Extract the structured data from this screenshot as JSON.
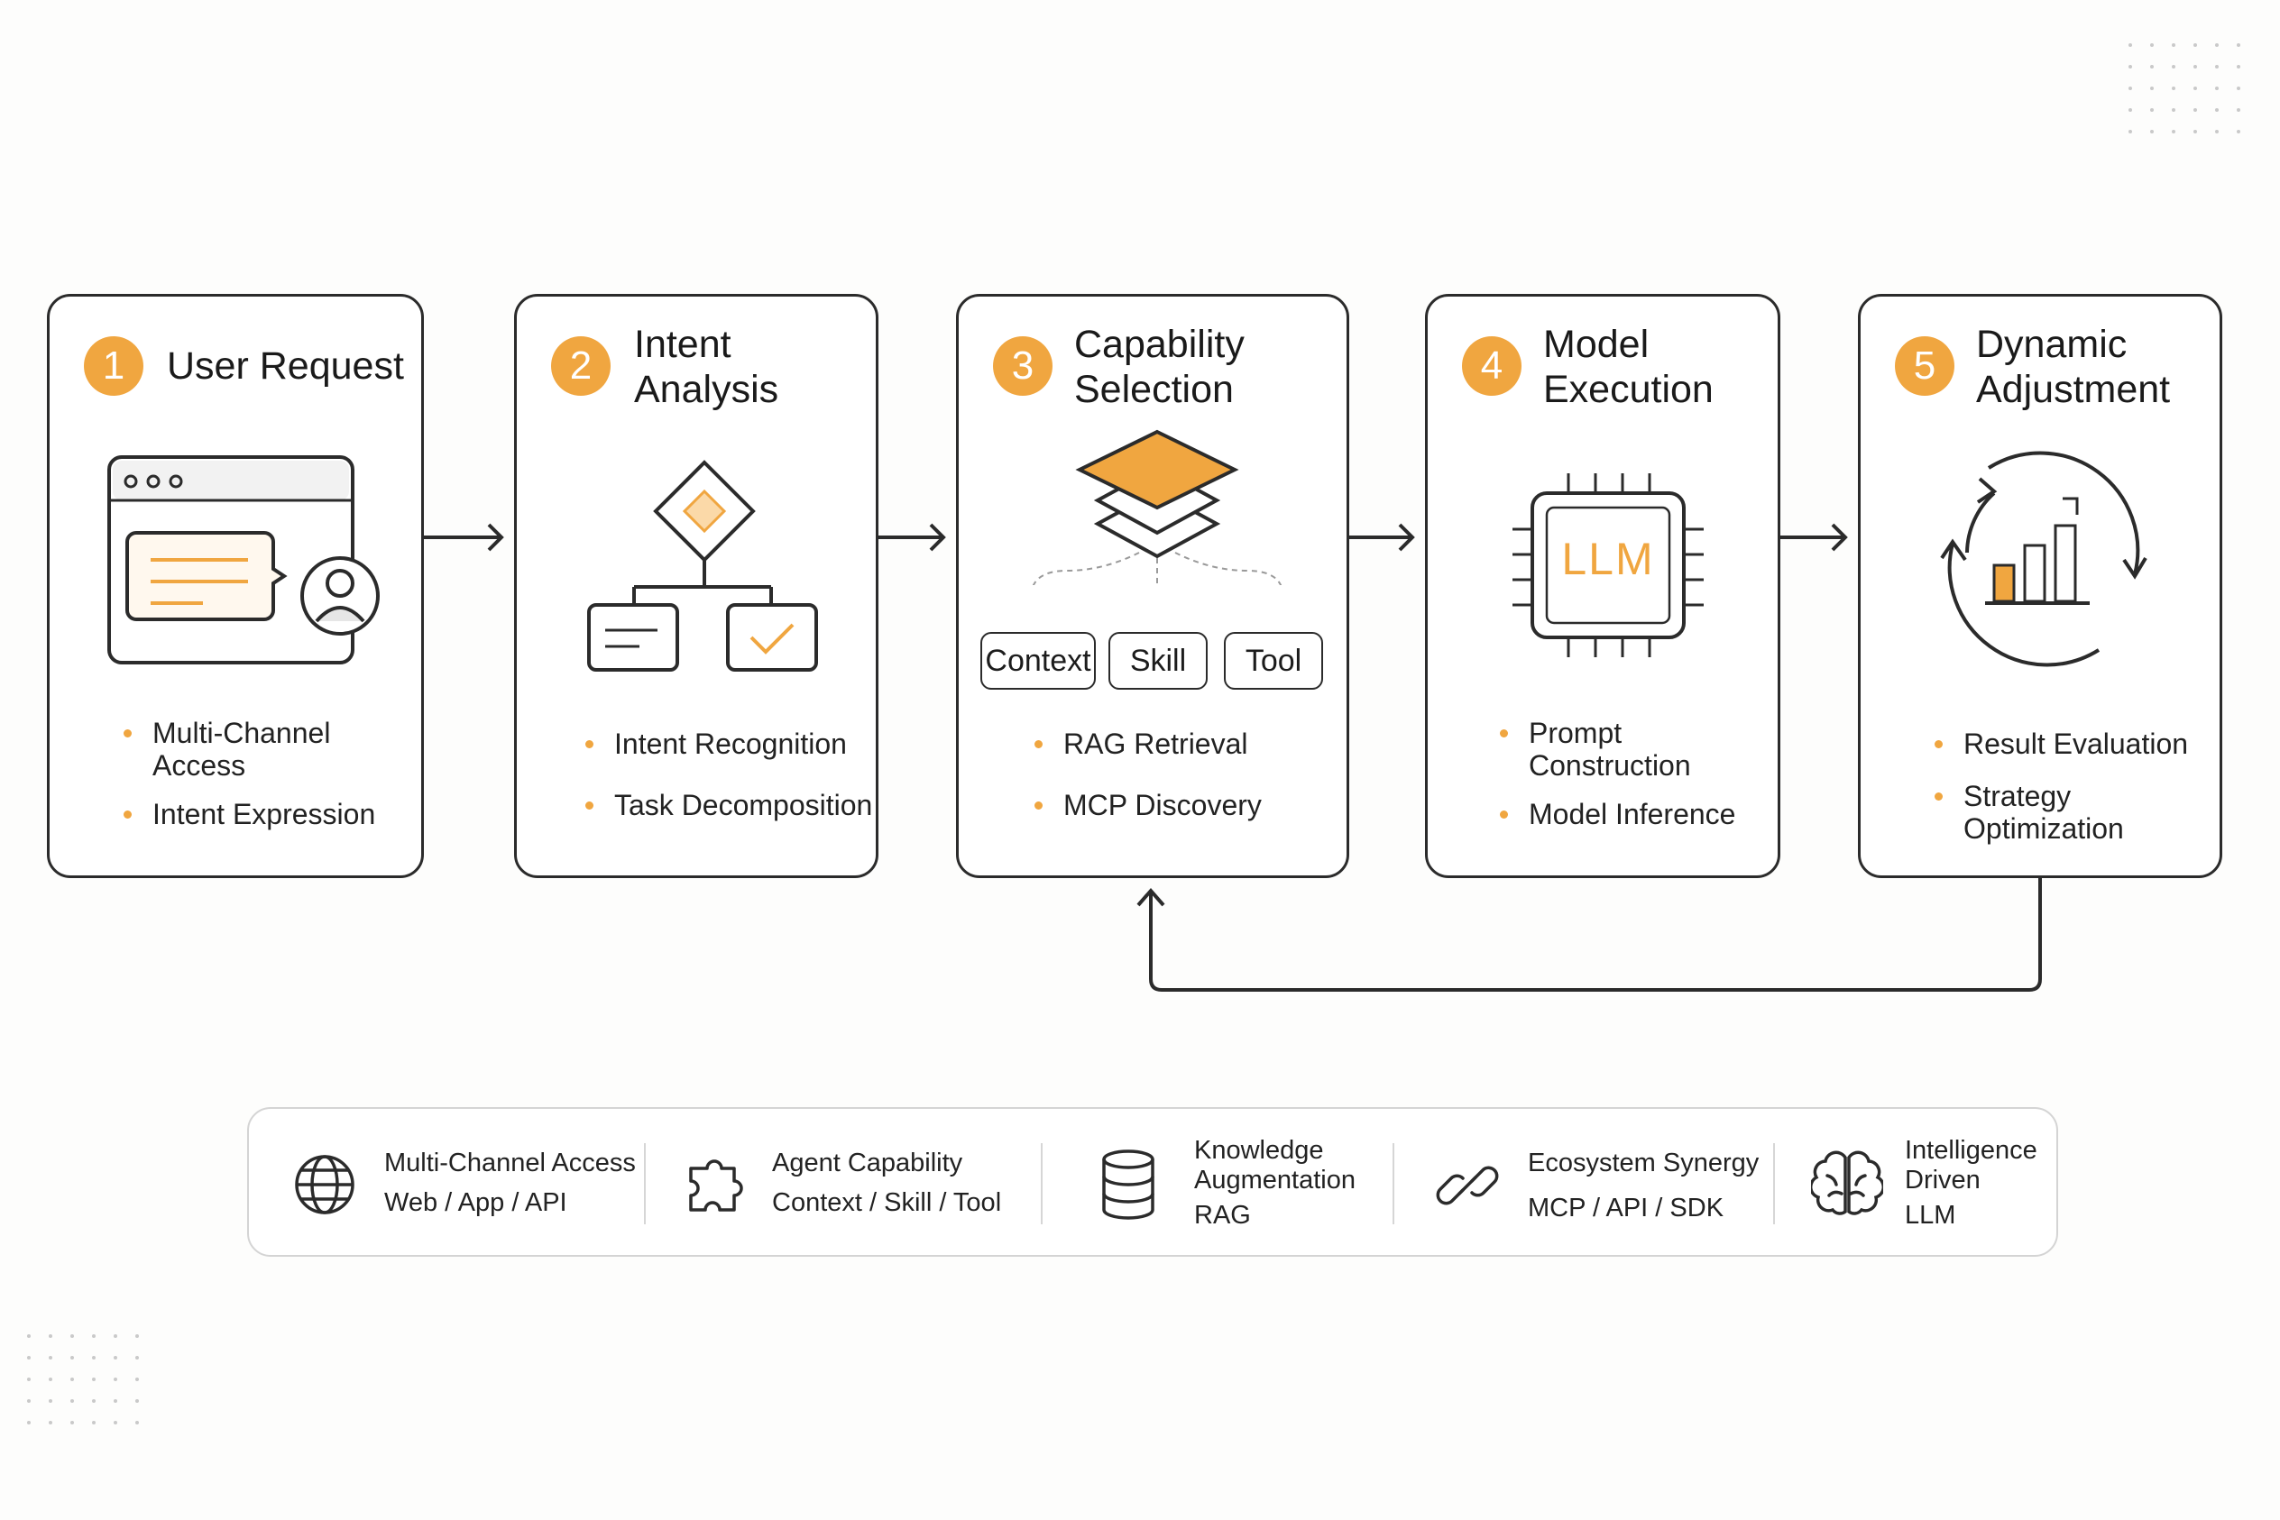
{
  "colors": {
    "accent": "#f0a640",
    "accent_light": "#fbd9a8",
    "stroke": "#2b2b2b",
    "muted": "#d4d4d4"
  },
  "stages": [
    {
      "number": "1",
      "title": "User Request",
      "icon": "browser-chat-user-icon",
      "bullets": [
        "Multi-Channel\nAccess",
        "Intent Expression"
      ]
    },
    {
      "number": "2",
      "title": "Intent\nAnalysis",
      "icon": "decision-flow-icon",
      "bullets": [
        "Intent Recognition",
        "Task Decomposition"
      ]
    },
    {
      "number": "3",
      "title": "Capability\nSelection",
      "icon": "layers-stack-icon",
      "chips": [
        "Context",
        "Skill",
        "Tool"
      ],
      "bullets": [
        "RAG Retrieval",
        "MCP Discovery"
      ]
    },
    {
      "number": "4",
      "title": "Model\nExecution",
      "icon": "llm-chip-icon",
      "chip_label": "LLM",
      "bullets": [
        "Prompt\nConstruction",
        "Model Inference"
      ]
    },
    {
      "number": "5",
      "title": "Dynamic\nAdjustment",
      "icon": "cycle-bar-chart-icon",
      "bullets": [
        "Result Evaluation",
        "Strategy\nOptimization"
      ]
    }
  ],
  "footer": [
    {
      "icon": "globe-icon",
      "line1": "Multi-Channel Access",
      "line2": "Web / App / API"
    },
    {
      "icon": "puzzle-icon",
      "line1": "Agent Capability",
      "line2": "Context / Skill / Tool"
    },
    {
      "icon": "database-icon",
      "line1": "Knowledge\nAugmentation",
      "line2": "RAG"
    },
    {
      "icon": "link-icon",
      "line1": "Ecosystem Synergy",
      "line2": "MCP / API / SDK"
    },
    {
      "icon": "brain-icon",
      "line1": "Intelligence\nDriven",
      "line2": "LLM"
    }
  ]
}
